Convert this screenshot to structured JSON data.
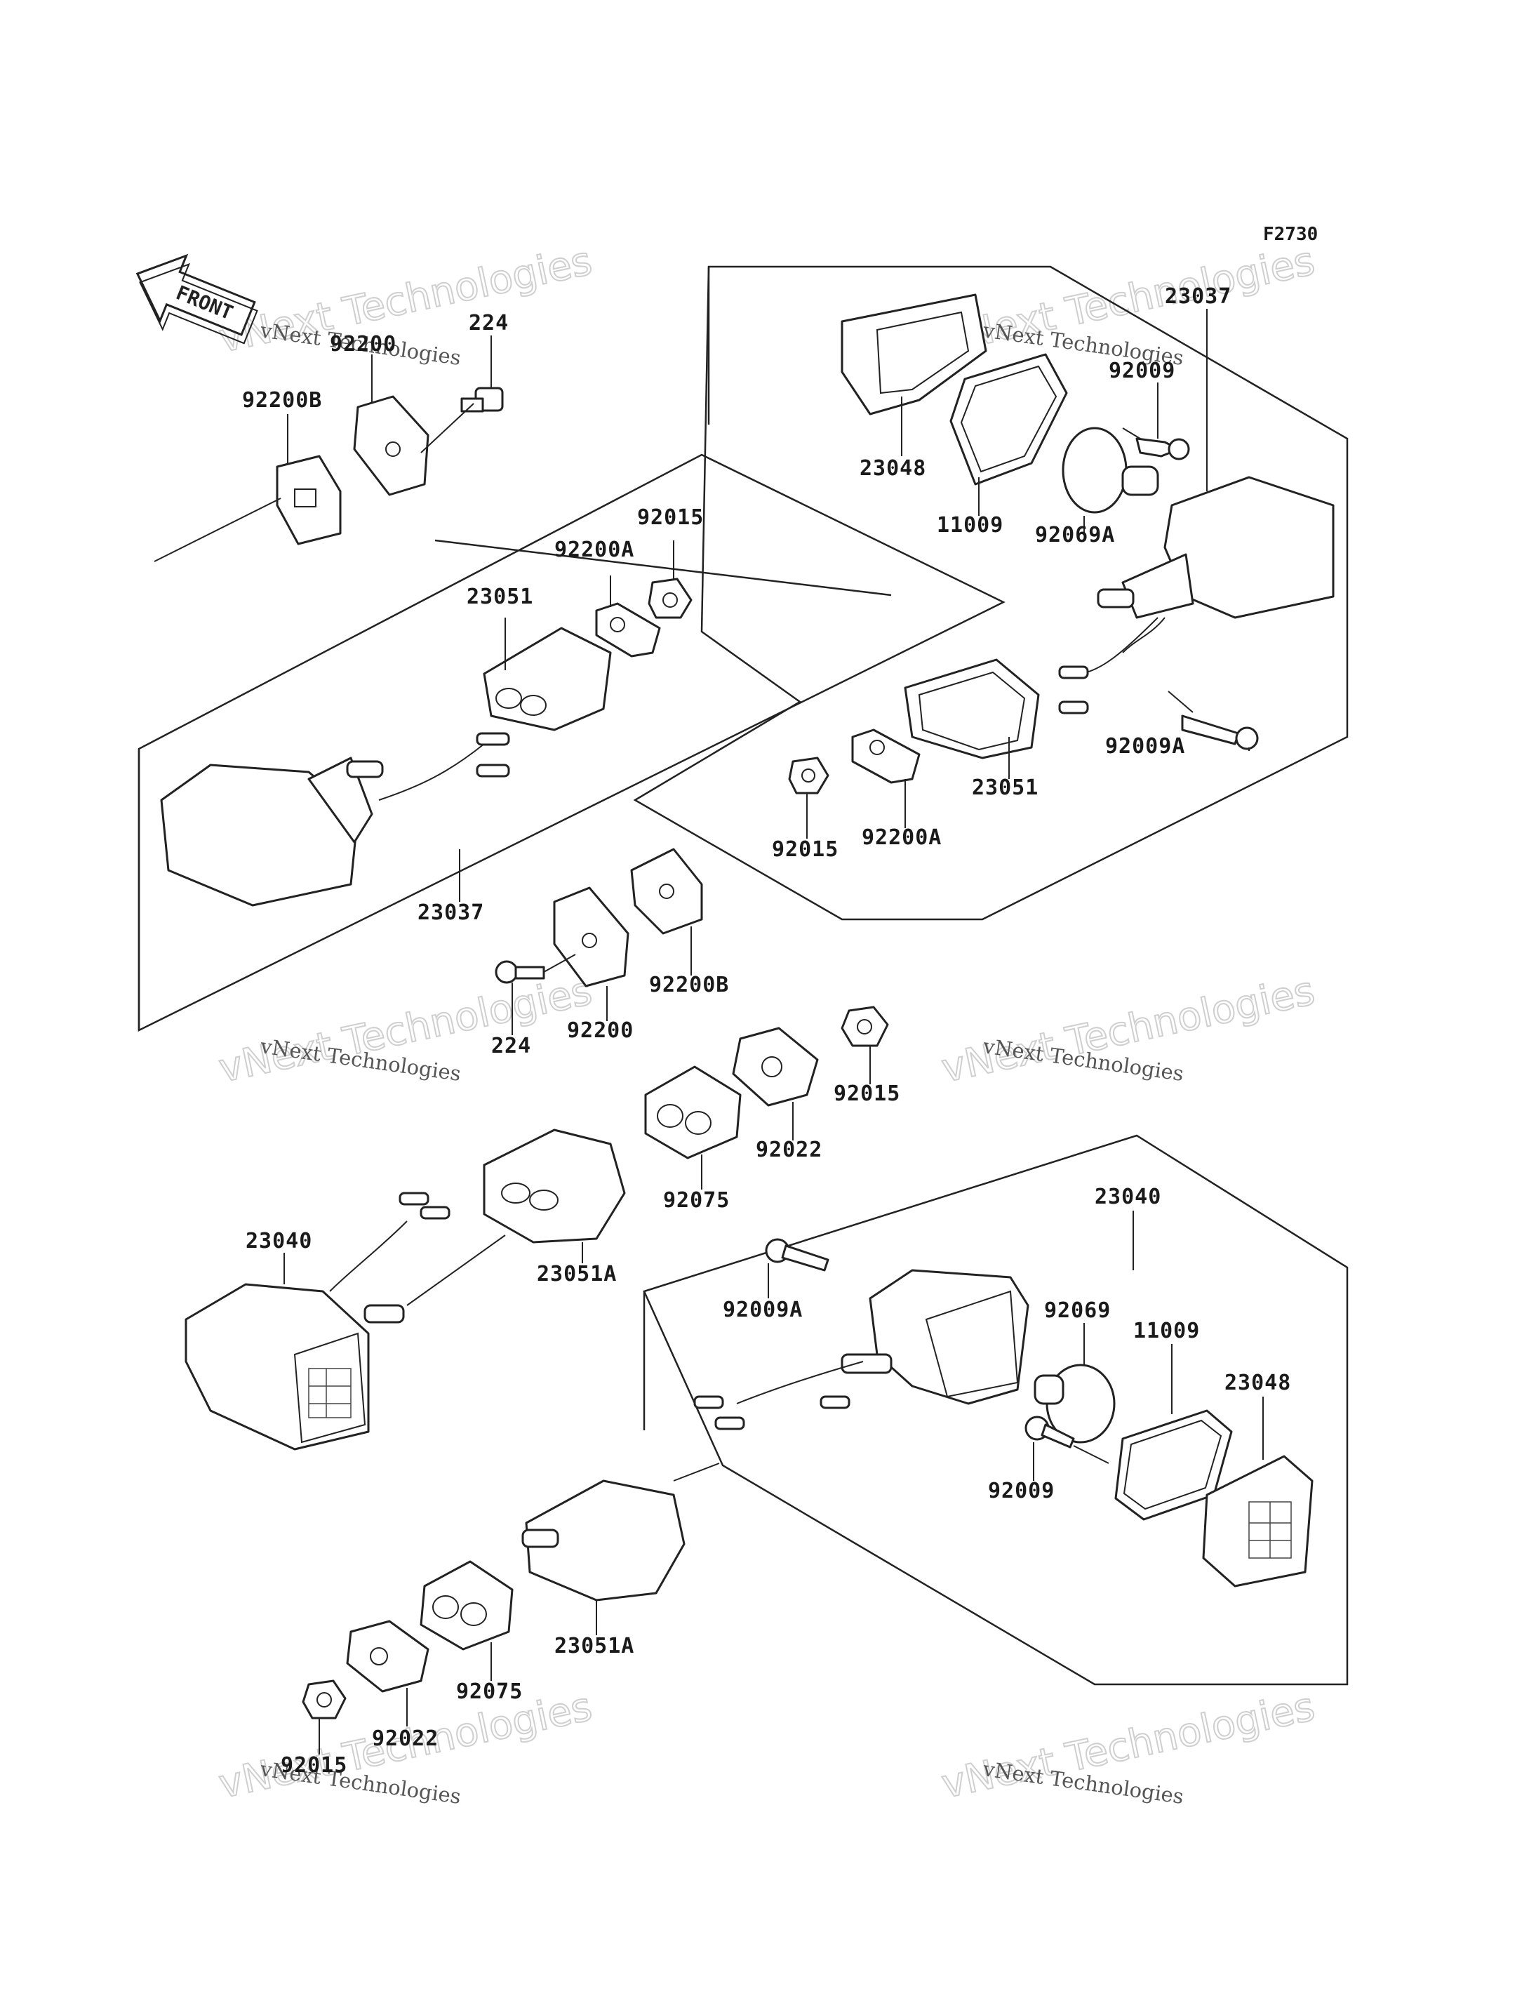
{
  "figure_code": "F2730",
  "front_arrow_label": "FRONT",
  "watermark": {
    "small": "vNext Technologies",
    "large": "vNext Technologies"
  },
  "labels": {
    "l224_top": "224",
    "l92200_top": "92200",
    "l92200b_top": "92200B",
    "l23037_top": "23037",
    "l92009_top": "92009",
    "l23048_top": "23048",
    "l11009_top": "11009",
    "l92069a": "92069A",
    "l92015_a": "92015",
    "l92200a_a": "92200A",
    "l23051_a": "23051",
    "l23037_left": "23037",
    "l92009a_top": "92009A",
    "l23051_b": "23051",
    "l92015_b": "92015",
    "l92200a_b": "92200A",
    "l92200b_mid": "92200B",
    "l224_mid": "224",
    "l92200_mid": "92200",
    "l92015_c": "92015",
    "l92022_a": "92022",
    "l92075_a": "92075",
    "l23040_left": "23040",
    "l23051a_a": "23051A",
    "l23040_right": "23040",
    "l92009a_bot": "92009A",
    "l92069": "92069",
    "l11009_bot": "11009",
    "l23048_bot": "23048",
    "l92009_bot": "92009",
    "l23051a_b": "23051A",
    "l92075_b": "92075",
    "l92022_b": "92022",
    "l92015_d": "92015"
  }
}
